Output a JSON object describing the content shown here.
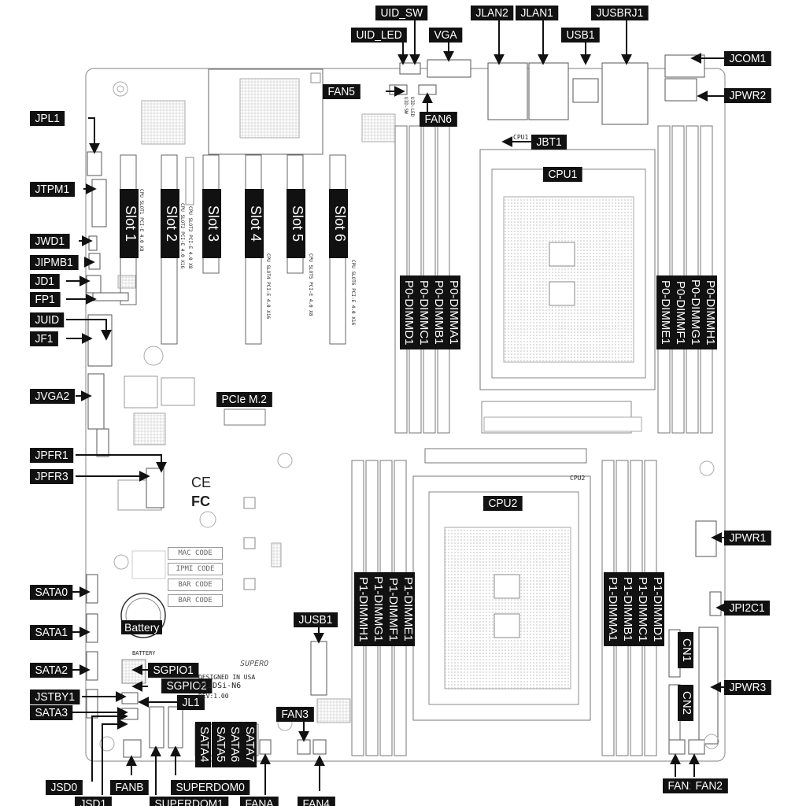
{
  "labels": {
    "uid_sw": "UID_SW",
    "uid_led": "UID_LED",
    "vga": "VGA",
    "jlan2": "JLAN2",
    "jlan1": "JLAN1",
    "usb1": "USB1",
    "jusbrj1": "JUSBRJ1",
    "jcom1": "JCOM1",
    "jpwr2": "JPWR2",
    "fan5": "FAN5",
    "fan6": "FAN6",
    "jbt1": "JBT1",
    "cpu1": "CPU1",
    "jpl1": "JPL1",
    "jtpm1": "JTPM1",
    "jwd1": "JWD1",
    "jipmb1": "JIPMB1",
    "jd1": "JD1",
    "fp1": "FP1",
    "juid": "JUID",
    "jf1": "JF1",
    "jvga2": "JVGA2",
    "pcie_m2": "PCIe M.2",
    "jpfr1": "JPFR1",
    "jpfr3": "JPFR3",
    "cpu2": "CPU2",
    "jpwr1": "JPWR1",
    "sata0": "SATA0",
    "sata1": "SATA1",
    "sata2": "SATA2",
    "jstby1": "JSTBY1",
    "sata3": "SATA3",
    "jusb1": "JUSB1",
    "jpi2c1": "JPI2C1",
    "jpwr3": "JPWR3",
    "cn1": "CN1",
    "cn2": "CN2",
    "sgpio1": "SGPIO1",
    "sgpio2": "SGPIO2",
    "jl1": "JL1",
    "fan3": "FAN3",
    "sata4": "SATA4",
    "sata5": "SATA5",
    "sata6": "SATA6",
    "sata7": "SATA7",
    "jsd0": "JSD0",
    "fanb": "FANB",
    "superdom0": "SUPERDOM0",
    "jsd1": "JSD1",
    "superdom1": "SUPERDOM1",
    "fana": "FANA",
    "fan4": "FAN4",
    "fan1": "FAN1",
    "fan2": "FAN2",
    "battery": "Battery"
  },
  "slots": [
    "Slot 1",
    "Slot 2",
    "Slot 3",
    "Slot 4",
    "Slot 5",
    "Slot 6"
  ],
  "slot_silk": [
    "CPU SLOT1 PCI-E 4.0 X8",
    "CPU SLOT2 PCI-E 4.0 X16",
    "CPU SLOT3 PCI-E 4.0 X8",
    "CPU SLOT4 PCI-E 4.0 X16",
    "CPU SLOT5 PCI-E 4.0 X8",
    "CPU SLOT6 PCI-E 4.0 X16"
  ],
  "dimms_cpu1_left": [
    "P0-DIMMD1",
    "P0-DIMMC1",
    "P0-DIMMB1",
    "P0-DIMMA1"
  ],
  "dimms_cpu1_right": [
    "P0-DIMME1",
    "P0-DIMMF1",
    "P0-DIMMG1",
    "P0-DIMMH1"
  ],
  "dimms_cpu2_left": [
    "P1-DIMMH1",
    "P1-DIMMG1",
    "P1-DIMMF1",
    "P1-DIMME1"
  ],
  "dimms_cpu2_right": [
    "P1-DIMMA1",
    "P1-DIMMB1",
    "P1-DIMMC1",
    "P1-DIMMD1"
  ],
  "codes": [
    "MAC CODE",
    "IPMI CODE",
    "BAR CODE",
    "BAR CODE"
  ],
  "silk": {
    "battery": "BATTERY",
    "designed": "DESIGNED IN USA",
    "model": "H12DSi-N6",
    "rev": "REV:1.00",
    "brand": "SUPERO",
    "cpu1": "CPU1",
    "cpu2": "CPU2",
    "uid_sw": "UID-SW",
    "uid_led": "UID-LED"
  },
  "marks": {
    "ce": "CE",
    "fc": "FC"
  }
}
